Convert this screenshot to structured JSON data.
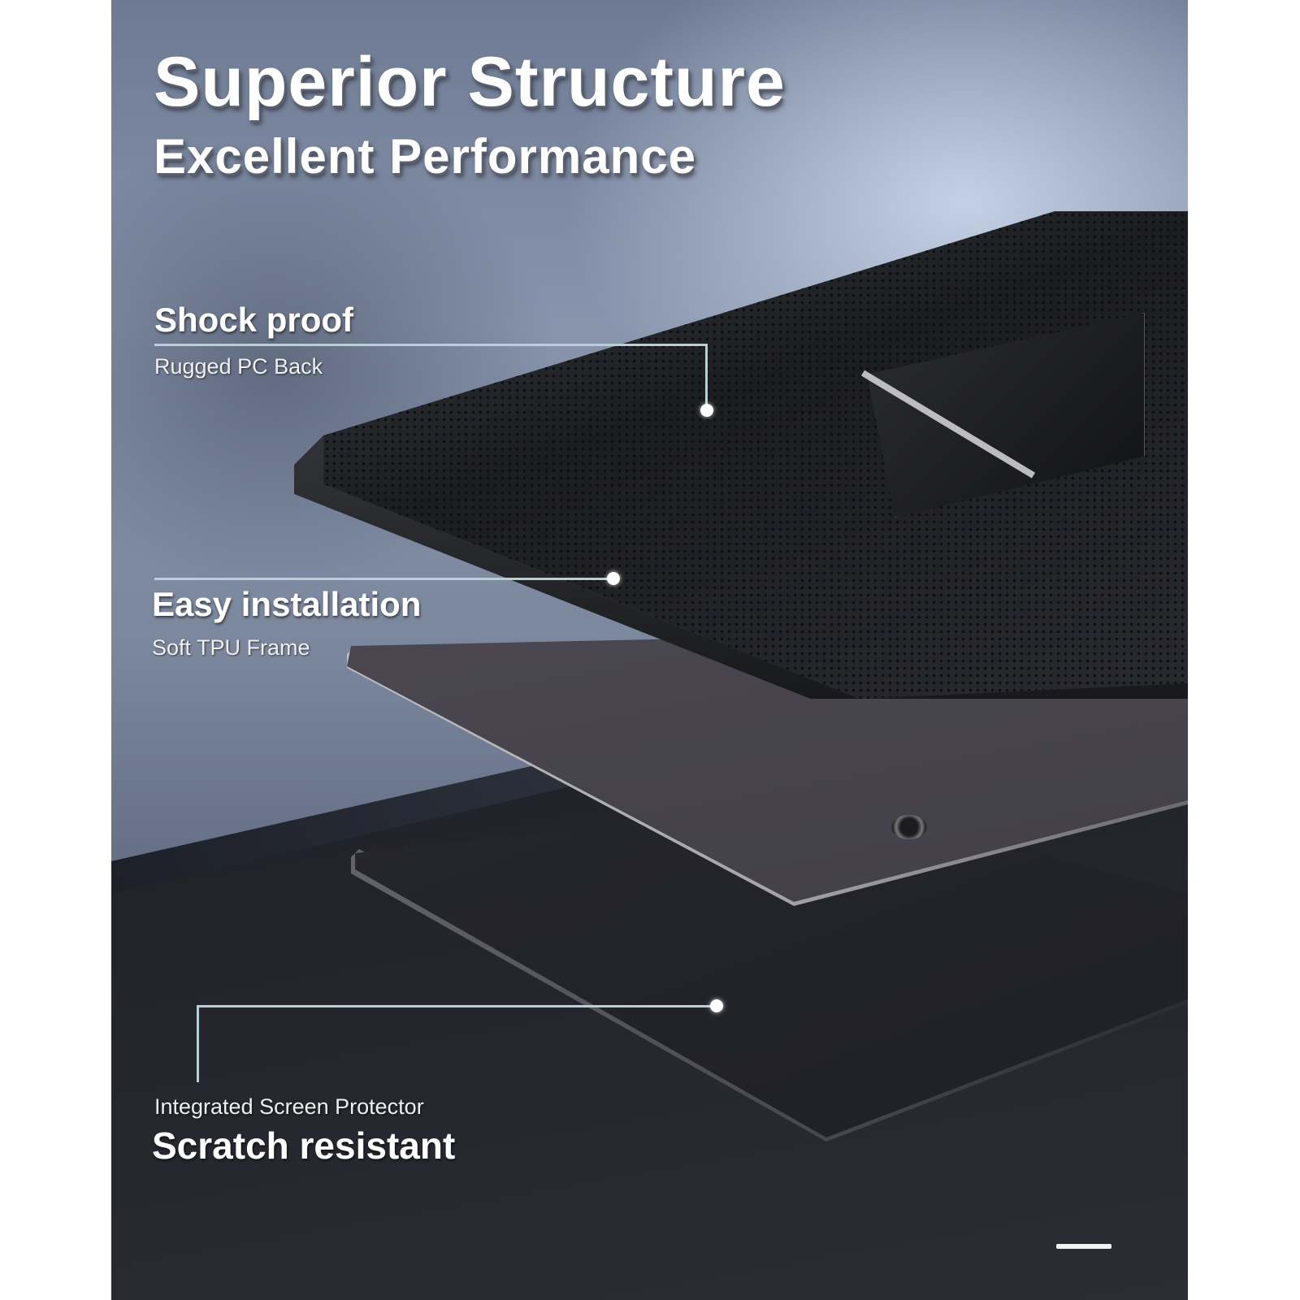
{
  "headline": {
    "title": "Superior Structure",
    "subtitle": "Excellent Performance"
  },
  "features": [
    {
      "title": "Shock proof",
      "subtitle": "Rugged PC Back",
      "target": "case-back"
    },
    {
      "title": "Easy installation",
      "subtitle": "Soft TPU Frame",
      "target": "tpu-frame"
    },
    {
      "title": "Scratch resistant",
      "subtitle": "Integrated Screen Protector",
      "target": "screen-protector"
    }
  ],
  "colors": {
    "callout_line": "#b8cfd6",
    "text": "#ffffff",
    "background_dark": "#2a2c33",
    "wall_light": "#c8d4e8"
  },
  "icons": {
    "callout_dot": "white-dot",
    "pager": "pager-indicator"
  }
}
